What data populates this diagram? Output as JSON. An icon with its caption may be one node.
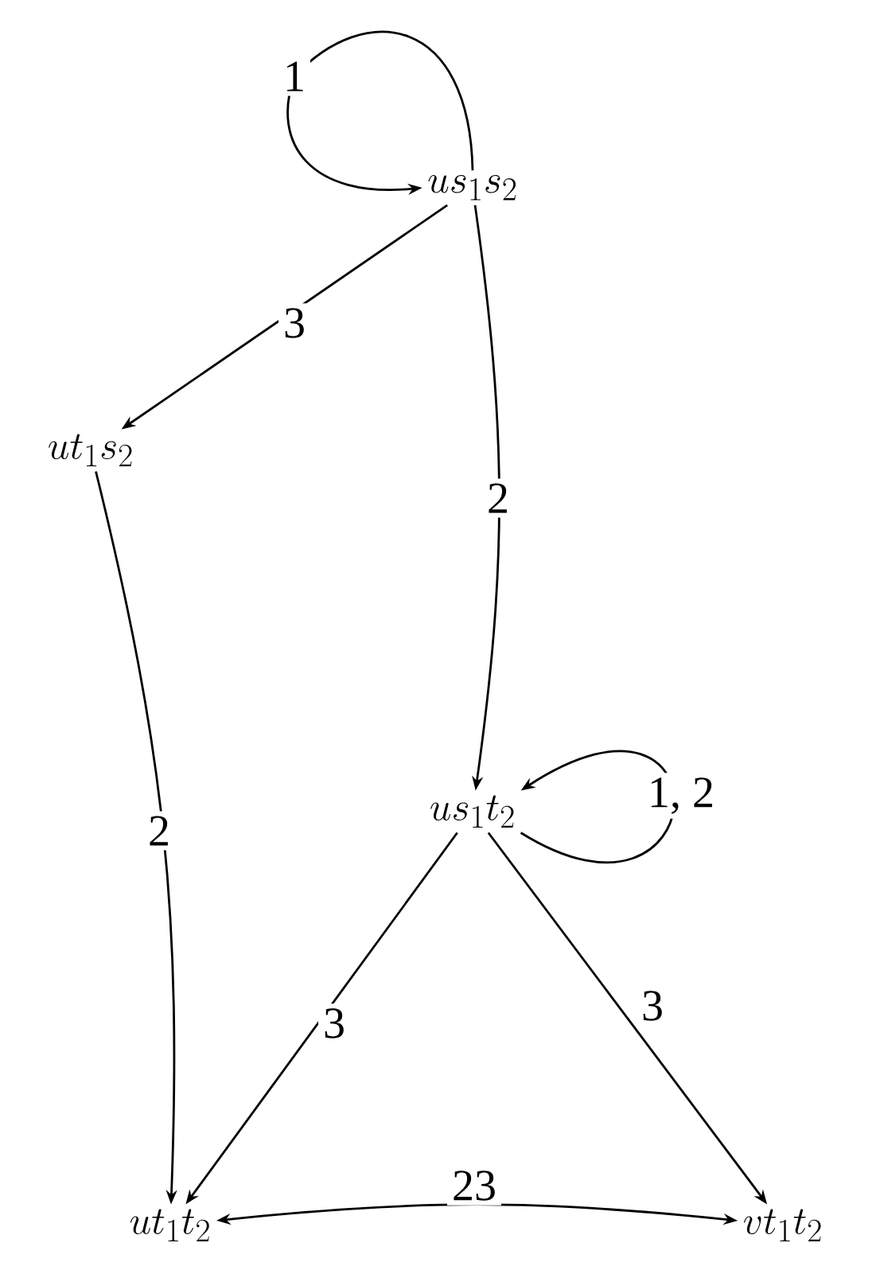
{
  "diagram": {
    "nodes": [
      {
        "text": [
          "us_1s_2"
        ]
      },
      {
        "text": [
          "ut_1s_2"
        ]
      },
      {
        "text": [
          "us_1t_2"
        ]
      },
      {
        "text": [
          "ut_1t_2"
        ]
      },
      {
        "text": [
          "vt_1t_2"
        ]
      }
    ],
    "edges": [
      {
        "from": 0,
        "to": 0,
        "arrow": "to",
        "label": "1"
      },
      {
        "from": 0,
        "to": 1,
        "arrow": "to",
        "label": "3"
      },
      {
        "from": 0,
        "to": 2,
        "arrow": "to",
        "label": "2"
      },
      {
        "from": 1,
        "to": 3,
        "arrow": "to",
        "label": "2"
      },
      {
        "from": 2,
        "to": 2,
        "arrow": "to",
        "label": "1, 2"
      },
      {
        "from": 2,
        "to": 3,
        "arrow": "to",
        "label": "3"
      },
      {
        "from": 2,
        "to": 4,
        "arrow": "to",
        "label": "3"
      },
      {
        "from": 3,
        "to": 4,
        "arrow": "both",
        "label": "23"
      }
    ]
  }
}
